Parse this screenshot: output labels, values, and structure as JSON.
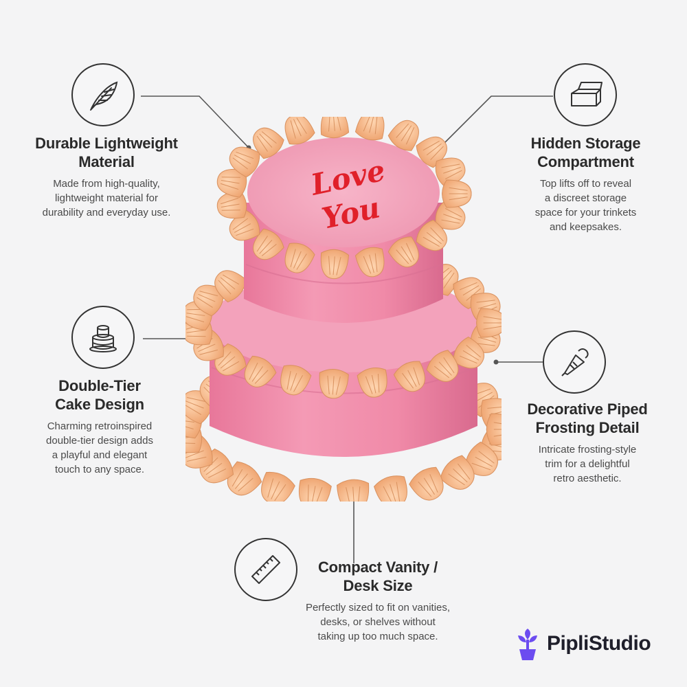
{
  "features": [
    {
      "id": "material",
      "icon": "feather-icon",
      "title_line1": "Durable Lightweight",
      "title_line2": "Material",
      "desc": [
        "Made from high-quality,",
        "lightweight material for",
        "durability and everyday use."
      ]
    },
    {
      "id": "storage",
      "icon": "box-icon",
      "title_line1": "Hidden Storage",
      "title_line2": "Compartment",
      "desc": [
        "Top lifts off to reveal",
        "a discreet storage",
        "space for your trinkets",
        "and keepsakes."
      ]
    },
    {
      "id": "tier",
      "icon": "cake-icon",
      "title_line1": "Double-Tier",
      "title_line2": "Cake Design",
      "desc": [
        "Charming retroinspired",
        "double-tier design adds",
        "a playful and elegant",
        "touch to any space."
      ]
    },
    {
      "id": "frosting",
      "icon": "piping-bag-icon",
      "title_line1": "Decorative Piped",
      "title_line2": "Frosting Detail",
      "desc": [
        "Intricate frosting-style",
        "trim for a delightful",
        "retro aesthetic."
      ]
    },
    {
      "id": "size",
      "icon": "ruler-icon",
      "title_line1": "Compact Vanity /",
      "title_line2": "Desk Size",
      "desc": [
        "Perfectly sized to fit on vanities,",
        "desks, or shelves without",
        "taking up too much space."
      ]
    }
  ],
  "cake": {
    "inscription_line1": "Love",
    "inscription_line2": "You"
  },
  "brand": {
    "name_part1": "Pipli",
    "name_part2": "Studio",
    "icon": "plant-logo-icon",
    "accent_color": "#6c4cf0"
  },
  "colors": {
    "cake_pink": "#f08aa8",
    "frosting": "#f6b98a",
    "script_red": "#e0202a"
  }
}
